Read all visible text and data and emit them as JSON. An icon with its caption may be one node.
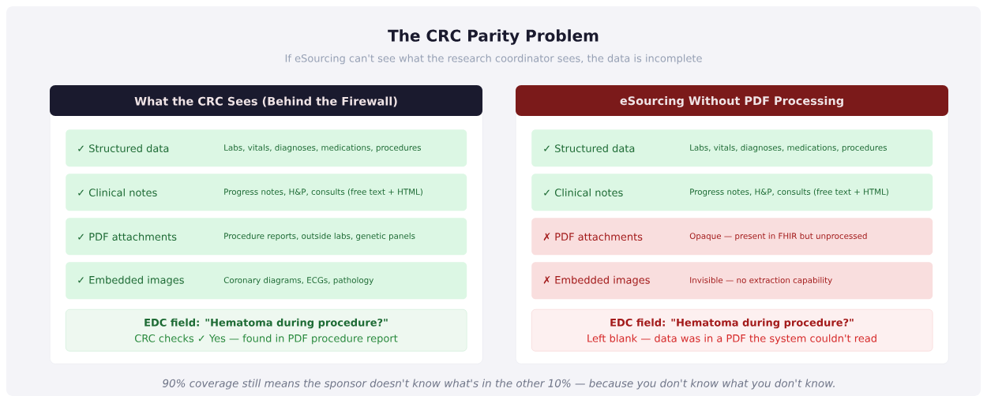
{
  "diagram": {
    "title": "The CRC Parity Problem",
    "caption": "90% coverage still means the sponsor doesn't know what's in the other 10% — because you don't know what you don't know.",
    "labels": [
      "If eSourcing can't see what the research coordinator sees, the data is incomplete"
    ],
    "nodes": [
      {
        "text": [
          "What the CRC Sees (Behind the Firewall)"
        ]
      },
      {
        "text": [
          "✓ Structured data",
          "Labs, vitals, diagnoses, medications, procedures"
        ],
        "in": 0
      },
      {
        "text": [
          "✓ Clinical notes",
          "Progress notes, H&P, consults (free text + HTML)"
        ],
        "in": 0
      },
      {
        "text": [
          "✓ PDF attachments",
          "Procedure reports, outside labs, genetic panels"
        ],
        "in": 0
      },
      {
        "text": [
          "✓ Embedded images",
          "Coronary diagrams, ECGs, pathology"
        ],
        "in": 0
      },
      {
        "text": [
          "EDC field: \"Hematoma during procedure?\"",
          "CRC checks ✓ Yes — found in PDF procedure report"
        ],
        "in": 0
      },
      {
        "text": [
          "eSourcing Without PDF Processing"
        ]
      },
      {
        "text": [
          "✓ Structured data",
          "Labs, vitals, diagnoses, medications, procedures"
        ],
        "in": 6
      },
      {
        "text": [
          "✓ Clinical notes",
          "Progress notes, H&P, consults (free text + HTML)"
        ],
        "in": 6
      },
      {
        "text": [
          "✗ PDF attachments",
          "Opaque — present in FHIR but unprocessed"
        ],
        "in": 6
      },
      {
        "text": [
          "✗ Embedded images",
          "Invisible — no extraction capability"
        ],
        "in": 6
      },
      {
        "text": [
          "EDC field: \"Hematoma during procedure?\"",
          "Left blank — data was in a PDF the system couldn't read"
        ],
        "in": 6
      }
    ]
  }
}
